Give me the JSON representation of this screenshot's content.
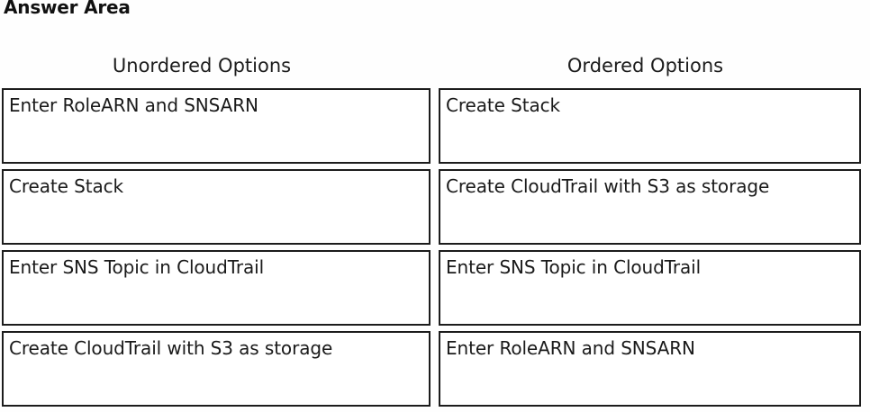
{
  "page": {
    "title": "Answer Area"
  },
  "columns": [
    {
      "id": "unordered",
      "header": "Unordered Options",
      "options": [
        "Enter RoleARN and SNSARN",
        "Create Stack",
        "Enter SNS Topic in CloudTrail",
        "Create CloudTrail with S3 as storage"
      ]
    },
    {
      "id": "ordered",
      "header": "Ordered Options",
      "options": [
        "Create Stack",
        "Create CloudTrail with S3 as storage",
        "Enter SNS Topic in CloudTrail",
        "Enter RoleARN and SNSARN"
      ]
    }
  ],
  "colors": {
    "background": "#fefefe",
    "box_border": "#1c1c1c",
    "text": "#1a1a1a",
    "title": "#111111"
  }
}
